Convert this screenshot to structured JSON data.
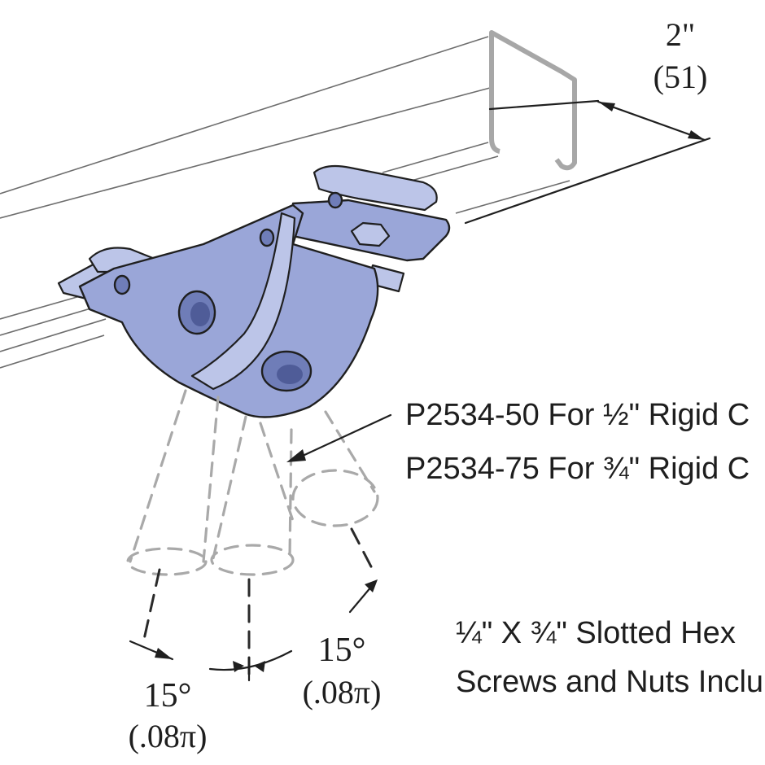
{
  "colors": {
    "accent": "#9aa6d8",
    "accent_light": "#bcc5e8",
    "shadow": "#6f7db8",
    "channel_outline": "#a7a7a7"
  },
  "dimension": {
    "width_in": "2\"",
    "width_mm": "(51)"
  },
  "labels": {
    "part_half": "P2534-50 For ½\" Rigid C",
    "part_three_quarter": "P2534-75 For ¾\" Rigid C",
    "hardware_line1": "¼\" X ¾\" Slotted Hex",
    "hardware_line2": "Screws and Nuts Inclu"
  },
  "angles": {
    "left": {
      "degrees": "15°",
      "radians": "(.08π)"
    },
    "right": {
      "degrees": "15°",
      "radians": "(.08π)"
    }
  }
}
